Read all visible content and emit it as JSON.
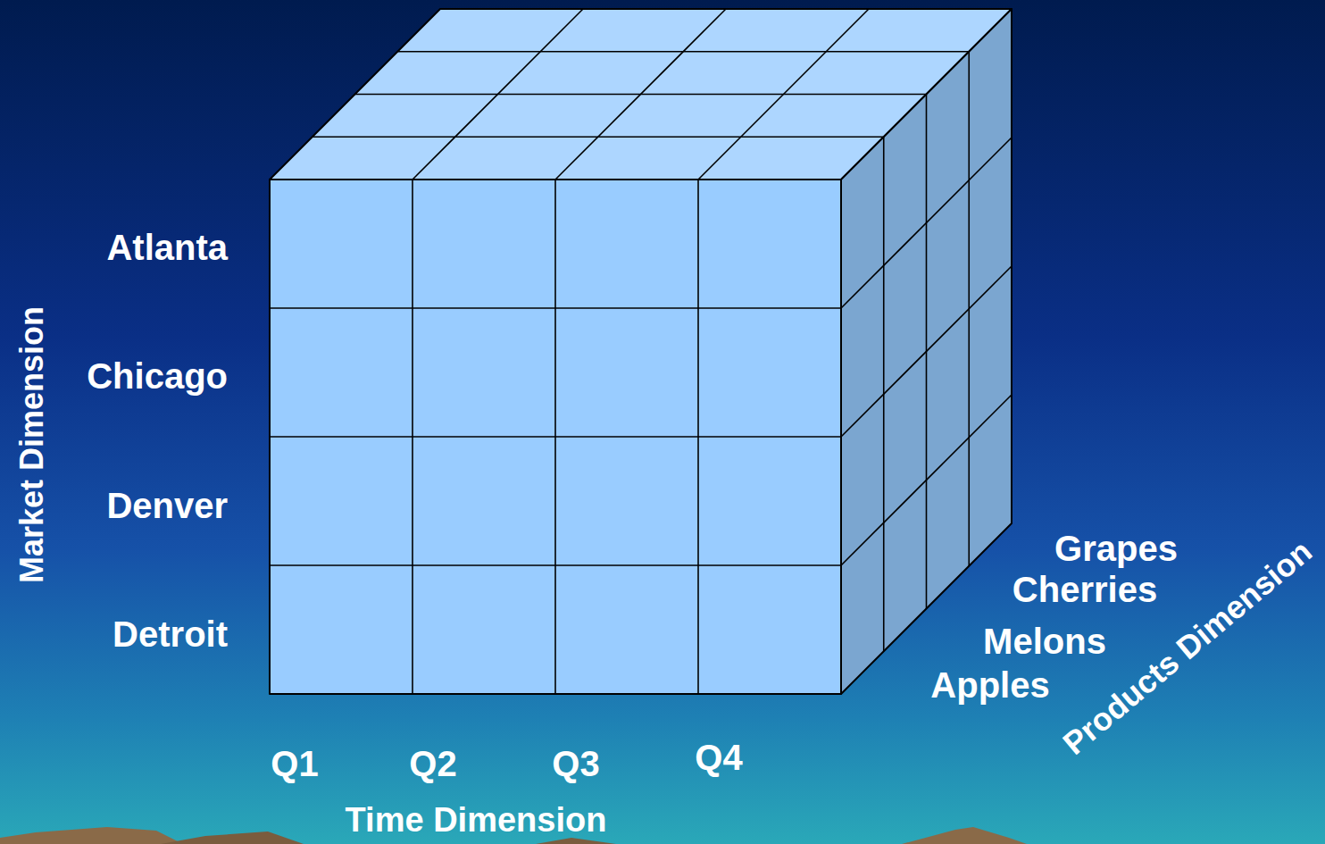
{
  "diagram": {
    "labels": [
      "Atlanta",
      "Chicago",
      "Denver",
      "Detroit",
      "Market Dimension",
      "Q1",
      "Q2",
      "Q3",
      "Q4",
      "Time Dimension",
      "Grapes",
      "Cherries",
      "Melons",
      "Apples",
      "Products Dimension"
    ]
  }
}
